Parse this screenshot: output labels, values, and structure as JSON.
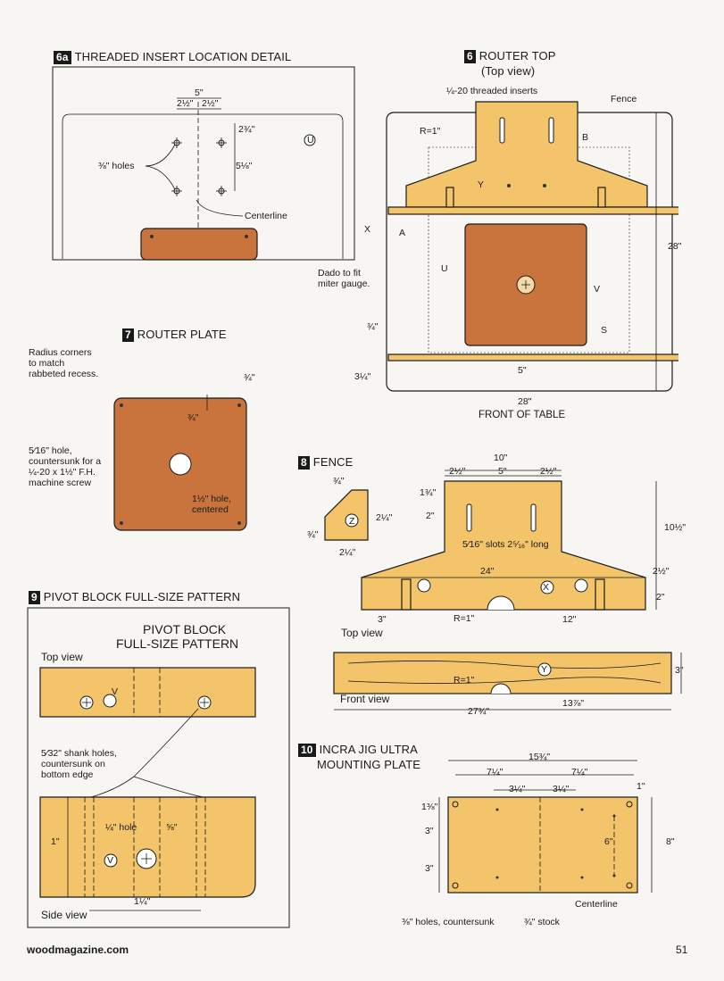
{
  "fig6a": {
    "num": "6a",
    "title": "THREADED INSERT LOCATION DETAIL",
    "d5": "5\"",
    "d212a": "2½\"",
    "d212b": "2½\"",
    "d234": "2¾\"",
    "d518": "5⅛\"",
    "holes": "⅜\" holes",
    "center": "Centerline",
    "part": "U"
  },
  "fig6": {
    "num": "6",
    "title": "ROUTER TOP",
    "sub": "(Top view)",
    "inserts": "¼-20 threaded inserts",
    "fence": "Fence",
    "r1": "R=1\"",
    "b": "B",
    "y": "Y",
    "x": "X",
    "a": "A",
    "u": "U",
    "v": "V",
    "s": "S",
    "d28v": "28\"",
    "dado": "Dado to fit\nmiter gauge.",
    "d34": "¾\"",
    "d314": "3¼\"",
    "d5": "5\"",
    "d28h": "28\"",
    "front": "FRONT OF TABLE"
  },
  "fig7": {
    "num": "7",
    "title": "ROUTER PLATE",
    "radius": "Radius corners\nto match\nrabbeted recess.",
    "d34a": "¾\"",
    "d34b": "¾\"",
    "hole516": "5⁄16\" hole,\ncountersunk for a\n¼-20 x 1½\" F.H.\nmachine screw",
    "hole112": "1½\" hole,\ncentered"
  },
  "fig8": {
    "num": "8",
    "title": "FENCE",
    "d34t": "¾\"",
    "d214v": "2¼\"",
    "d34l": "¾\"",
    "d214h": "2¼\"",
    "z": "Z",
    "d10": "10\"",
    "d212a": "2½\"",
    "d5": "5\"",
    "d212b": "2½\"",
    "d134": "1¾\"",
    "d2": "2\"",
    "slots": "5⁄16\" slots 2⁵⁄₁₆\" long",
    "d1012": "10½\"",
    "d24": "24\"",
    "d212r": "2½\"",
    "d2r": "2\"",
    "x": "X",
    "d3": "3\"",
    "r1": "R=1\"",
    "d12": "12\"",
    "topview": "Top view",
    "y": "Y",
    "d3b": "3\"",
    "d1378": "13⅞\"",
    "frontview": "Front view",
    "d2734": "27¾\""
  },
  "fig9": {
    "num": "9",
    "title": "PIVOT BLOCK FULL-SIZE PATTERN",
    "inner1": "PIVOT BLOCK",
    "inner2": "FULL-SIZE PATTERN",
    "topview": "Top view",
    "v": "V",
    "shank": "5⁄32\" shank holes,\ncountersunk on\nbottom edge",
    "hole14": "¼\" hole",
    "d58": "⅝\"",
    "d1": "1\"",
    "d114": "1¼\"",
    "sideview": "Side view"
  },
  "fig10": {
    "num": "10",
    "title1": "INCRA JIG ULTRA",
    "title2": "MOUNTING PLATE",
    "d1534": "15¾\"",
    "d714a": "7¼\"",
    "d714b": "7¼\"",
    "d314a": "3¼\"",
    "d314b": "3¼\"",
    "d1": "1\"",
    "d138": "1⅜\"",
    "d3a": "3\"",
    "d3b": "3\"",
    "d6": "6\"",
    "d8": "8\"",
    "center": "Centerline",
    "holes": "⅜\" holes, countersunk",
    "stock": "¾\" stock"
  },
  "footer": {
    "site": "woodmagazine.com",
    "page": "51"
  },
  "colors": {
    "wood": "#f3c46a",
    "plate": "#c9743c"
  }
}
